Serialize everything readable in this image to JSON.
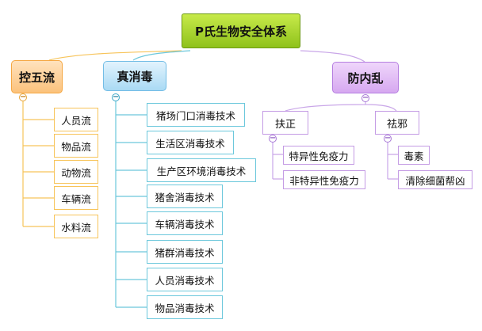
{
  "root": {
    "label": "P氏生物安全体系"
  },
  "branches": [
    {
      "label": "控五流",
      "children": [
        "人员流",
        "物品流",
        "动物流",
        "车辆流",
        "水料流"
      ]
    },
    {
      "label": "真消毒",
      "children": [
        "猪场门口消毒技术",
        "生活区消毒技术",
        "生产区环境消毒技术",
        "猪舍消毒技术",
        "车辆消毒技术",
        "猪群消毒技术",
        "人员消毒技术",
        "物品消毒技术"
      ]
    },
    {
      "label": "防内乱",
      "children": [
        {
          "label": "扶正",
          "children": [
            "特异性免疫力",
            "非特异性免疫力"
          ]
        },
        {
          "label": "祛邪",
          "children": [
            "毒素",
            "清除细菌帮凶"
          ]
        }
      ]
    }
  ],
  "toggle_symbol": "−",
  "colors": {
    "branch1": "#f7c45a",
    "branch2": "#6cc8dc",
    "branch3": "#c49be4",
    "root": "#9ccb2a"
  }
}
